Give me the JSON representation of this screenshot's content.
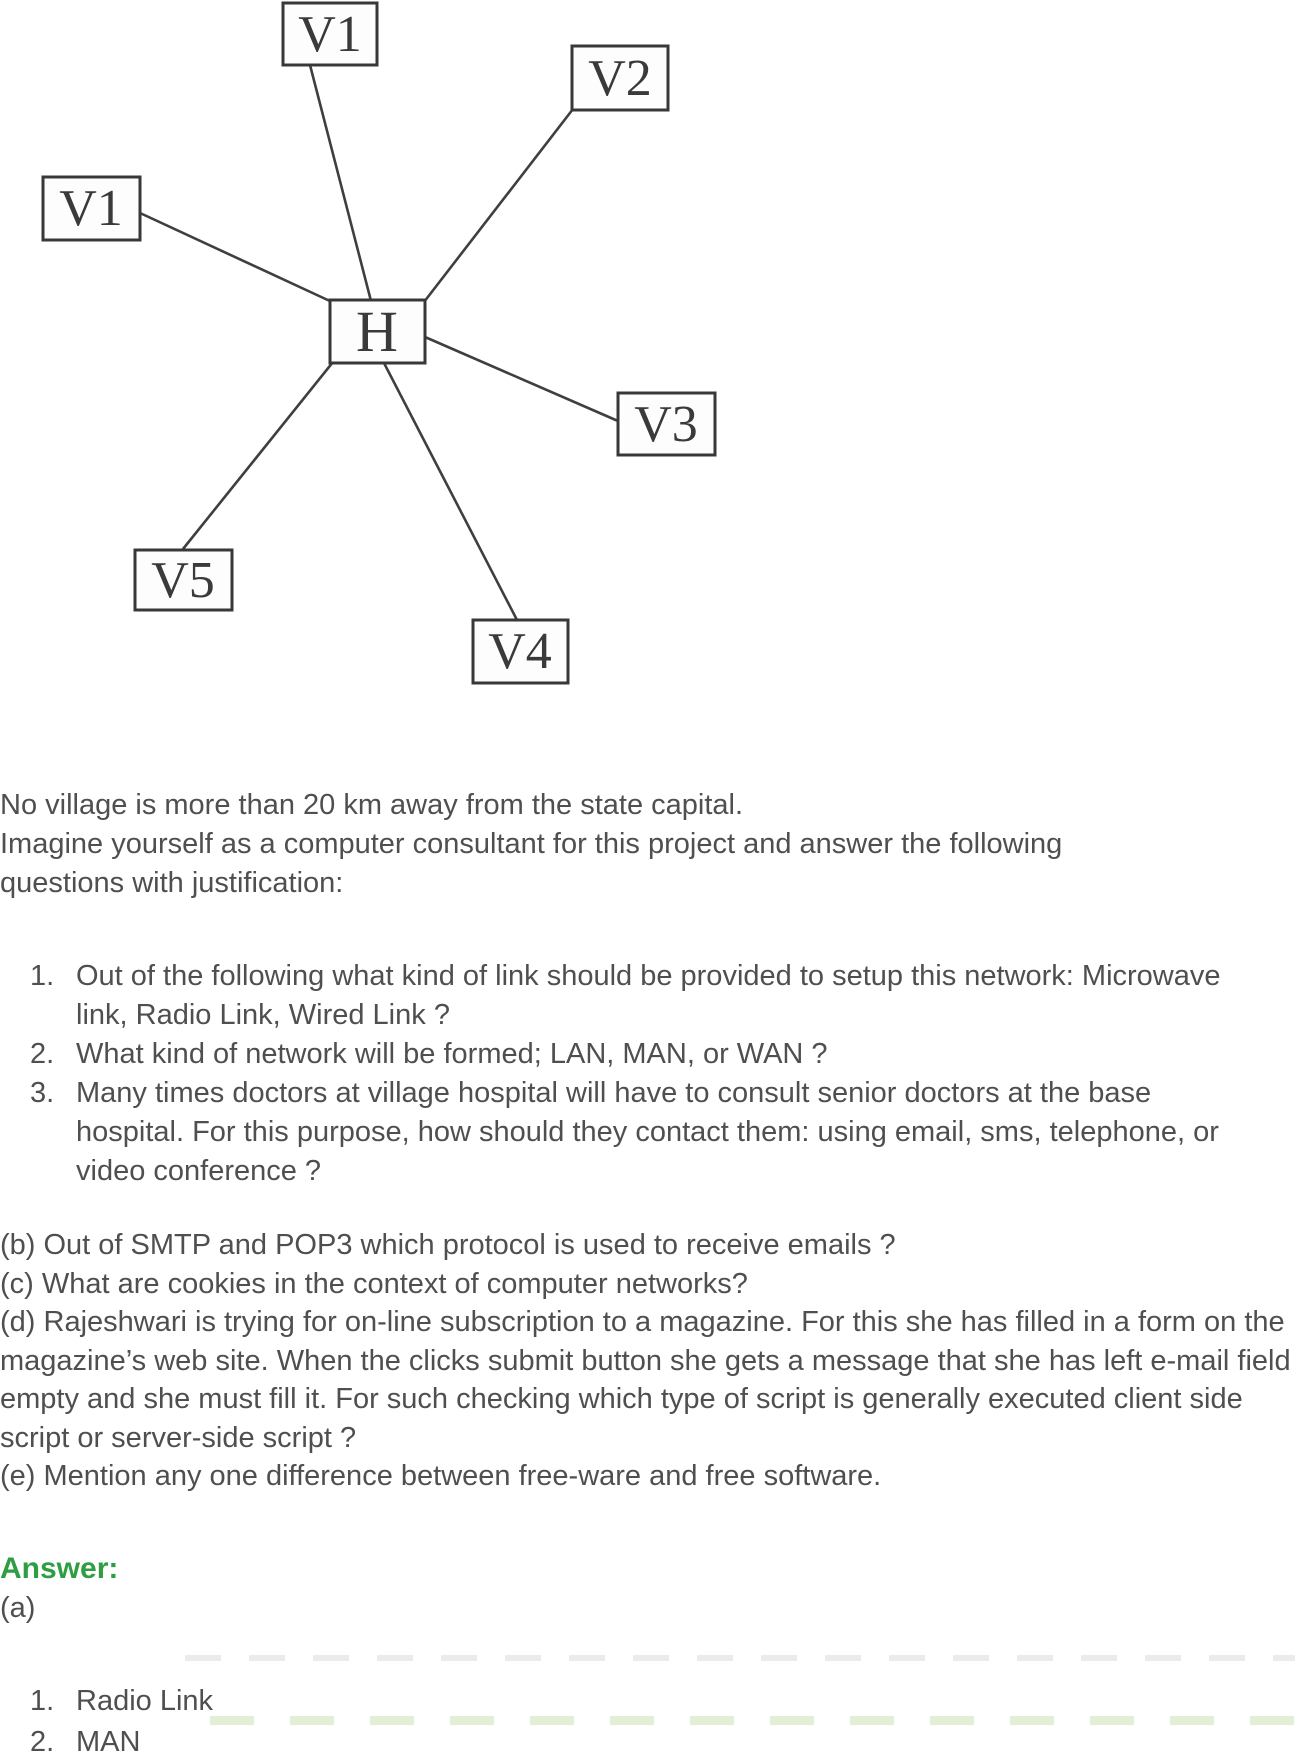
{
  "colors": {
    "text_gray": "#4f4f4f",
    "answer_green": "#2e9e44",
    "diagram_line": "#3f3f3f"
  },
  "diagram": {
    "type": "hub-and-spoke network (star topology)",
    "hub": "H",
    "nodes": [
      {
        "id": "v1-top",
        "label": "V1"
      },
      {
        "id": "v2",
        "label": "V2"
      },
      {
        "id": "v1-left",
        "label": "V1"
      },
      {
        "id": "h",
        "label": "H"
      },
      {
        "id": "v3",
        "label": "V3"
      },
      {
        "id": "v5",
        "label": "V5"
      },
      {
        "id": "v4",
        "label": "V4"
      }
    ]
  },
  "intro": {
    "line1": "No village is more than 20 km away from the state capital.",
    "line2": "Imagine yourself as a computer consultant for this project and answer the following",
    "line3": "questions with justification:"
  },
  "questions": [
    {
      "num": "1.",
      "text": "Out of the following what kind of link should be provided to setup this network: Microwave link, Radio Link, Wired Link ?"
    },
    {
      "num": "2.",
      "text": "What kind of network will be formed; LAN, MAN, or WAN ?"
    },
    {
      "num": "3.",
      "text": "Many times doctors at village hospital will have to consult senior doctors at the base hospital. For this purpose, how should they contact them: using email, sms, telephone, or video conference ?"
    }
  ],
  "sub_questions": [
    {
      "text": "(b) Out of SMTP and POP3 which protocol is used to receive emails ?"
    },
    {
      "text": "(c) What are cookies in the context of computer networks?"
    },
    {
      "text": "(d) Rajeshwari is trying for on-line subscription to a magazine. For this she has filled in a form on the magazine’s web site. When the clicks submit button she gets a message that she has left e-mail field empty and she must fill it. For such checking which type of script is generally executed client side script or server-side script ?"
    },
    {
      "text": "(e) Mention any one difference between free-ware and free software."
    }
  ],
  "answer": {
    "heading": "Answer:",
    "part_label": "(a)",
    "items": [
      {
        "num": "1.",
        "text": "Radio Link"
      },
      {
        "num": "2.",
        "text": "MAN"
      }
    ]
  }
}
